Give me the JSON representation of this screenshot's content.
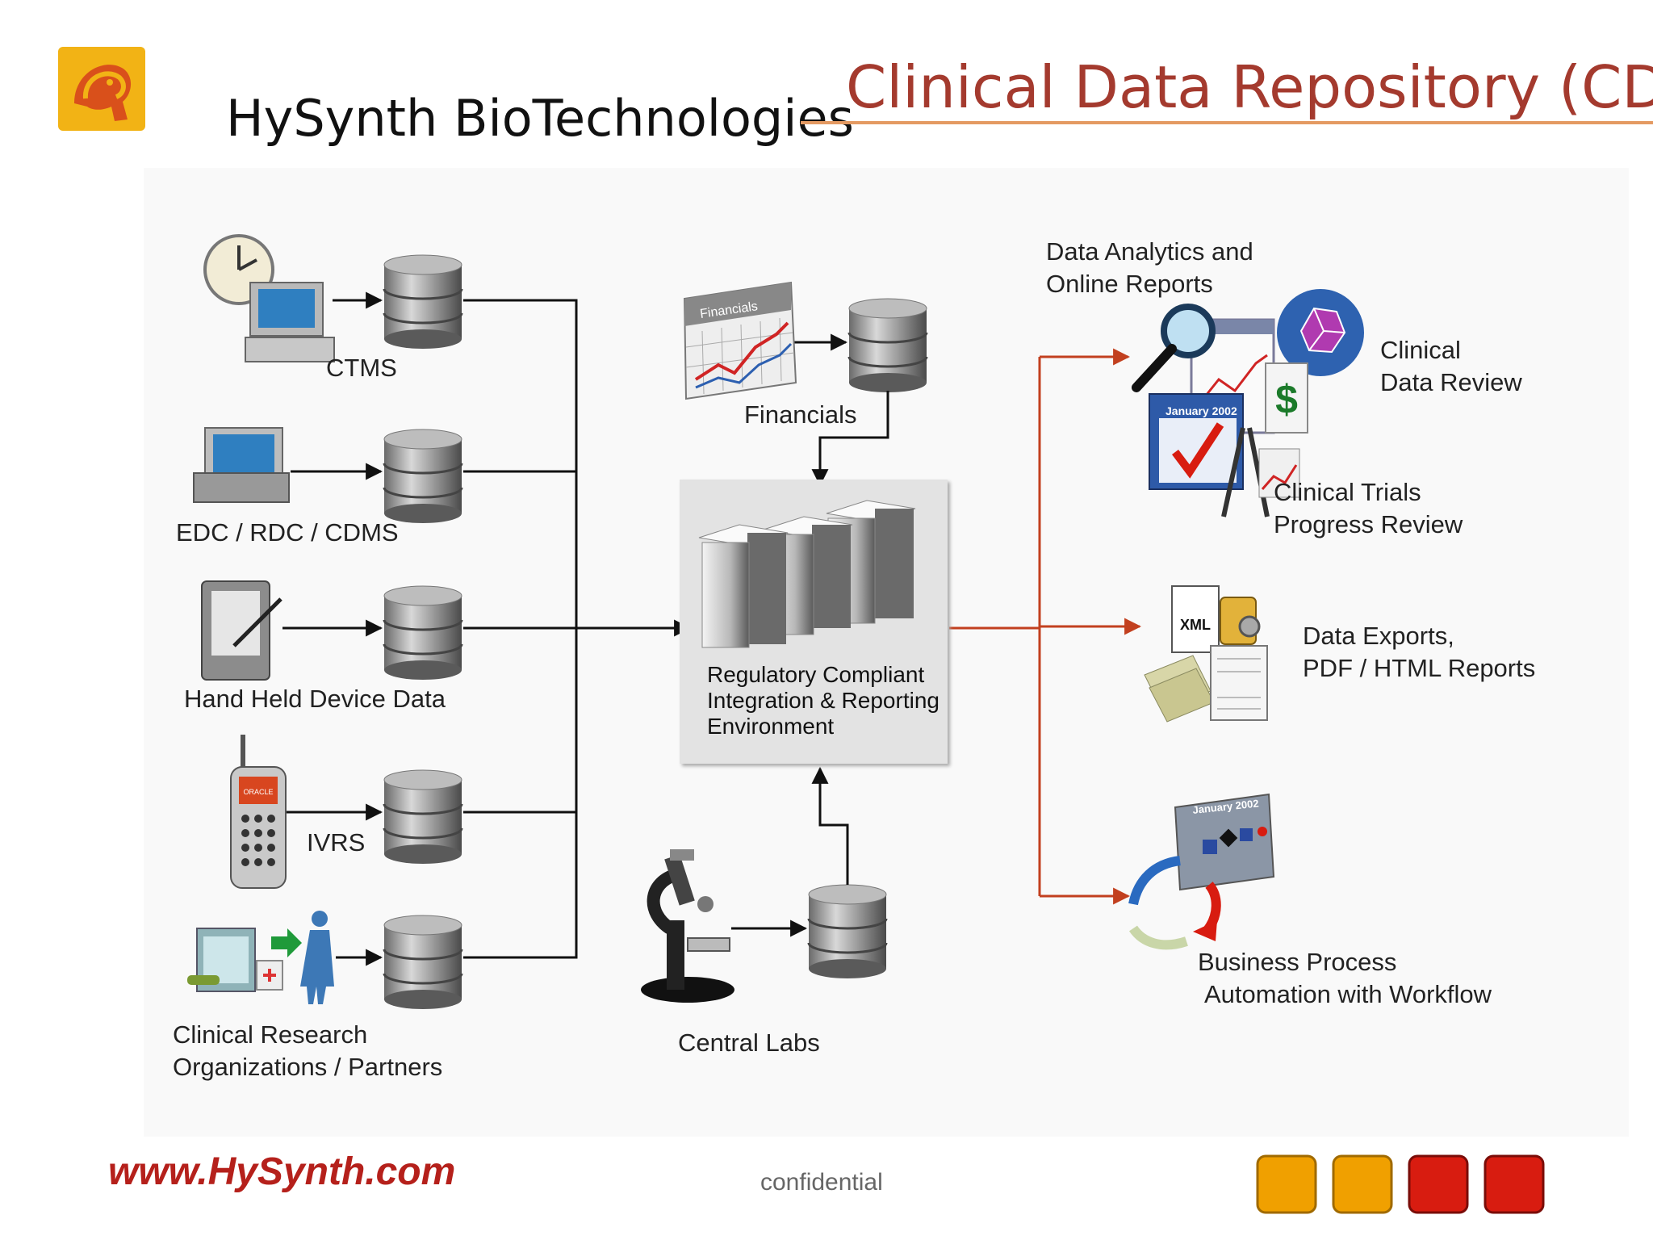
{
  "header": {
    "company": "HySynth BioTechnologies",
    "title": "Clinical Data Repository (CDR)"
  },
  "sources": [
    {
      "label": "CTMS"
    },
    {
      "label": "EDC / RDC / CDMS"
    },
    {
      "label": "Hand Held Device Data"
    },
    {
      "label": "IVRS"
    },
    {
      "label_line1": "Clinical Research",
      "label_line2": "Organizations  /  Partners"
    }
  ],
  "financials": {
    "label": "Financials",
    "icon_text": "Financials"
  },
  "central_labs": {
    "label": "Central Labs"
  },
  "hub": {
    "line1": "Regulatory Compliant",
    "line2": "Integration & Reporting",
    "line3": "Environment"
  },
  "outputs": {
    "analytics": {
      "line1": "Data Analytics  and",
      "line2": "Online Reports"
    },
    "clinical_review": {
      "line1": "Clinical",
      "line2": "Data Review"
    },
    "trials_review": {
      "line1": "Clinical Trials",
      "line2": "Progress Review"
    },
    "exports": {
      "line1": "Data Exports,",
      "line2": "PDF / HTML Reports"
    },
    "bpa": {
      "line1": "Business Process",
      "line2": "Automation  with  Workflow"
    }
  },
  "icon_text": {
    "calendar": "January 2002",
    "xml": "XML",
    "phone_brand": "ORACLE",
    "dollar": "$"
  },
  "footer": {
    "website": "www.HySynth.com",
    "confidential": "confidential"
  },
  "colors": {
    "title": "#a43a2e",
    "title_rule": "#e49a62",
    "output_arrows": "#c2401f",
    "input_arrows": "#111111",
    "website": "#b5201b",
    "footer_squares": [
      "#f0a000",
      "#f0a000",
      "#d81c10",
      "#d81c10"
    ]
  }
}
